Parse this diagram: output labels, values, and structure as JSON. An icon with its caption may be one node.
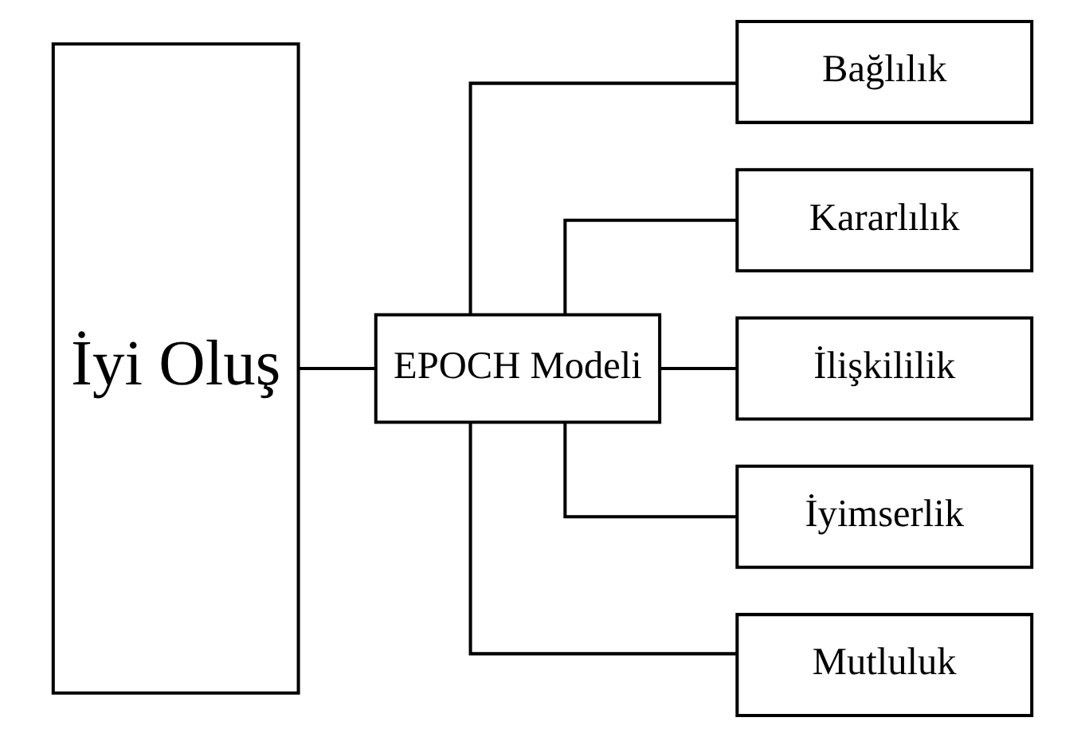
{
  "diagram": {
    "nodes": [
      {
        "text": [
          "İyi Oluş"
        ]
      },
      {
        "text": [
          "EPOCH Modeli"
        ]
      },
      {
        "text": [
          "Bağlılık"
        ]
      },
      {
        "text": [
          "Kararlılık"
        ]
      },
      {
        "text": [
          "İlişkililik"
        ]
      },
      {
        "text": [
          "İyimserlik"
        ]
      },
      {
        "text": [
          "Mutluluk"
        ]
      }
    ],
    "edges": [
      {
        "from": 0,
        "to": 1,
        "arrow": "none"
      },
      {
        "from": 1,
        "to": 2,
        "arrow": "none"
      },
      {
        "from": 1,
        "to": 3,
        "arrow": "none"
      },
      {
        "from": 1,
        "to": 4,
        "arrow": "none"
      },
      {
        "from": 1,
        "to": 5,
        "arrow": "none"
      },
      {
        "from": 1,
        "to": 6,
        "arrow": "none"
      }
    ]
  }
}
